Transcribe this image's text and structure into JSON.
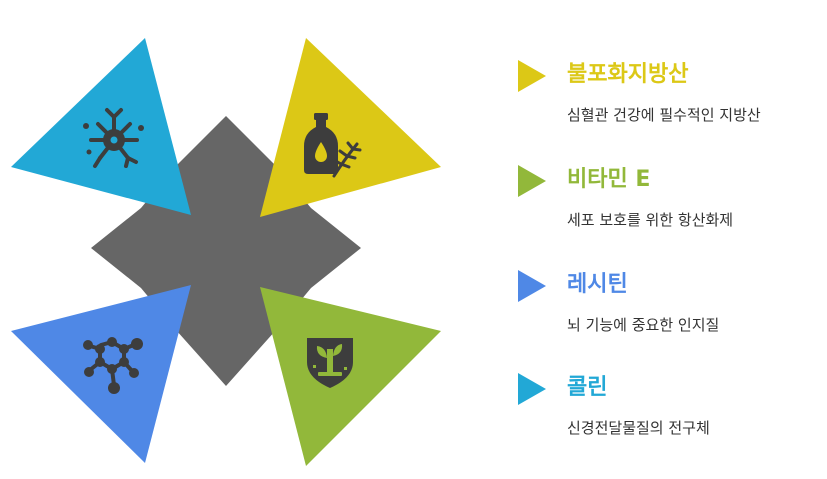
{
  "diagram": {
    "center_color": "#666666",
    "icon_color": "#3d3d3d",
    "items": [
      {
        "title": "불포화지방산",
        "description": "심혈관 건강에 필수적인 지방산",
        "color": "#dcc816",
        "icon": "oil-bottle-herb-icon"
      },
      {
        "title": "비타민 E",
        "description": "세포 보호를 위한 항산화제",
        "color": "#92b83a",
        "icon": "plant-shield-icon"
      },
      {
        "title": "레시틴",
        "description": "뇌 기능에 중요한 인지질",
        "color": "#4f88e6",
        "icon": "molecule-icon"
      },
      {
        "title": "콜린",
        "description": "신경전달물질의 전구체",
        "color": "#22a8d6",
        "icon": "neuron-icon"
      }
    ]
  }
}
